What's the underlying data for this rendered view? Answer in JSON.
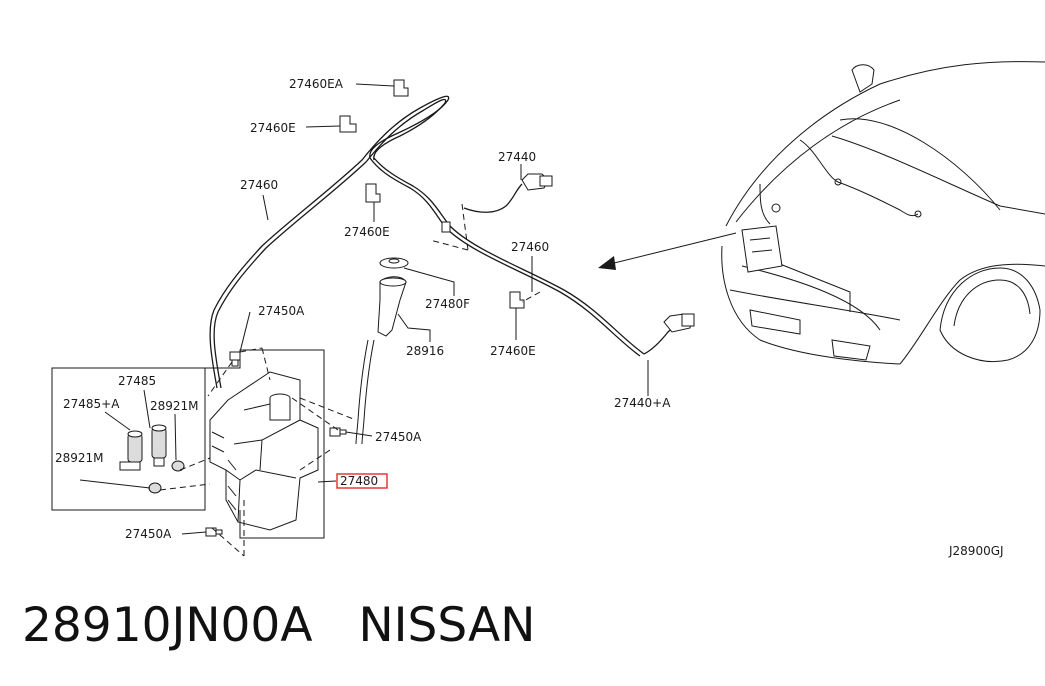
{
  "labels": {
    "p27460EA": "27460EA",
    "p27460E_1": "27460E",
    "p27460": "27460",
    "p27460E_2": "27460E",
    "p27440": "27440",
    "p27460_2": "27460",
    "p27480F": "27480F",
    "p27450A_1": "27450A",
    "p28916": "28916",
    "p27460E_3": "27460E",
    "p27485": "27485",
    "p27485A": "27485+A",
    "p28921M_1": "28921M",
    "p28921M_2": "28921M",
    "p27440A": "27440+A",
    "p27450A_2": "27450A",
    "p27480": "27480",
    "p27450A_3": "27450A",
    "code": "J28900GJ"
  },
  "footer": {
    "part_number": "28910JN00A",
    "brand": "NISSAN"
  },
  "colors": {
    "line": "#1a1a1a",
    "highlight": "#e53935",
    "background": "#ffffff"
  }
}
